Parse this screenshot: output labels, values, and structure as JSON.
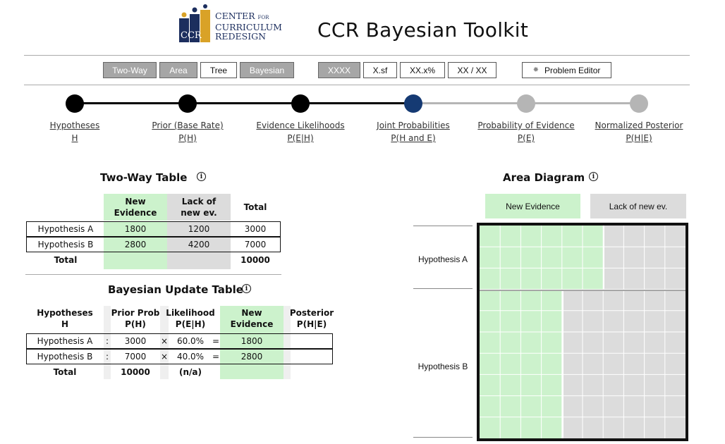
{
  "header": {
    "logo_letters": "CCR",
    "logo_line1": "CENTER",
    "logo_for": "FOR",
    "logo_line2": "CURRICULUM",
    "logo_line3": "REDESIGN",
    "title": "CCR Bayesian Toolkit"
  },
  "toolbar": {
    "views": [
      "Two-Way",
      "Area",
      "Tree",
      "Bayesian"
    ],
    "formats": [
      "XXXX",
      "X.sf",
      "XX.x%",
      "XX / XX"
    ],
    "problem_editor": "Problem Editor",
    "gear_icon": "gear-icon"
  },
  "steps": [
    {
      "label": "Hypotheses",
      "sub": "H",
      "state": "done"
    },
    {
      "label": "Prior (Base Rate)",
      "sub": "P(H)",
      "state": "done"
    },
    {
      "label": "Evidence Likelihoods",
      "sub": "P(E|H)",
      "state": "done"
    },
    {
      "label": "Joint Probabilities",
      "sub": "P(H and E)",
      "state": "current"
    },
    {
      "label": "Probability of Evidence",
      "sub": "P(E)",
      "state": "todo"
    },
    {
      "label": "Normalized Posterior",
      "sub": "P(H|E)",
      "state": "todo"
    }
  ],
  "colors": {
    "done": "#000000",
    "current": "#153a73",
    "todo": "#b5b5b5",
    "evidence_green": "#ccf2cc",
    "no_evidence_gray": "#dcdcdc"
  },
  "two_way": {
    "title": "Two-Way Table",
    "col_evidence": "New Evidence",
    "col_lack": "Lack of new ev.",
    "col_total": "Total",
    "rows": [
      {
        "name": "Hypothesis A",
        "evidence": "1800",
        "lack": "1200",
        "total": "3000"
      },
      {
        "name": "Hypothesis B",
        "evidence": "2800",
        "lack": "4200",
        "total": "7000"
      }
    ],
    "total_label": "Total",
    "grand_total": "10000"
  },
  "bayes": {
    "title": "Bayesian Update Table",
    "h_hyp": "Hypotheses",
    "h_hyp_sub": "H",
    "h_prior": "Prior Prob",
    "h_prior_sub": "P(H)",
    "h_like": "Likelihood",
    "h_like_sub": "P(E|H)",
    "h_new": "New Evidence",
    "h_post": "Posterior",
    "h_post_sub": "P(H|E)",
    "rows": [
      {
        "name": "Hypothesis A",
        "sep": ":",
        "prior": "3000",
        "times": "×",
        "likelihood": "60.0%",
        "eq": "=",
        "new": "1800",
        "posterior": ""
      },
      {
        "name": "Hypothesis B",
        "sep": ":",
        "prior": "7000",
        "times": "×",
        "likelihood": "40.0%",
        "eq": "=",
        "new": "2800",
        "posterior": ""
      }
    ],
    "total_label": "Total",
    "total_prior": "10000",
    "total_like": "(n/a)"
  },
  "area": {
    "title": "Area Diagram",
    "col_evidence": "New Evidence",
    "col_lack": "Lack of new ev.",
    "row_a": "Hypothesis A",
    "row_b": "Hypothesis B",
    "prior_a": 0.3,
    "like_a": 0.6,
    "like_b": 0.4
  }
}
